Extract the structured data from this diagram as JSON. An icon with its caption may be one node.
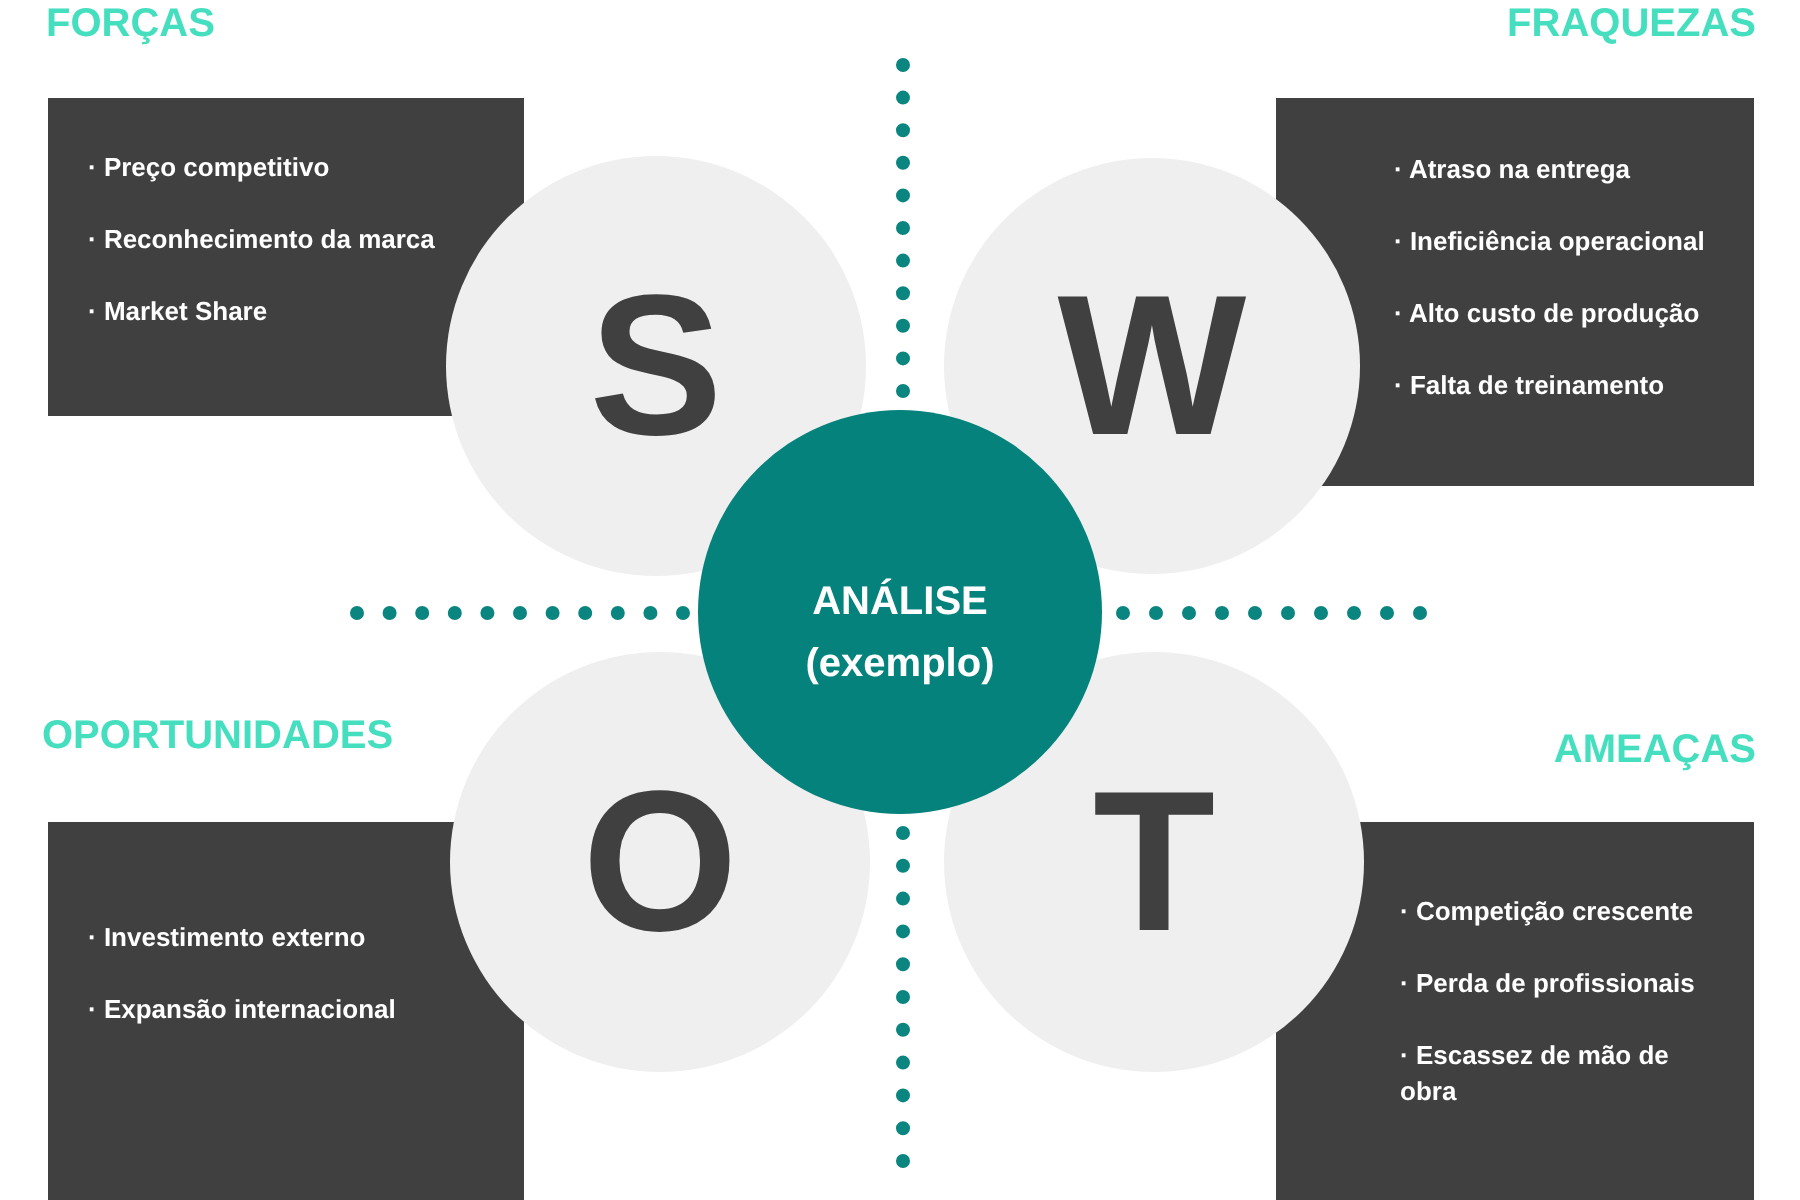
{
  "diagram": {
    "nodes": [
      {
        "text": [
          "FORÇAS",
          "· Preço competitivo",
          "· Reconhecimento da marca",
          "· Market Share"
        ]
      },
      {
        "text": [
          "S"
        ]
      },
      {
        "text": [
          "W"
        ]
      },
      {
        "text": [
          "FRAQUEZAS",
          "· Atraso na entrega",
          "· Ineficiência operacional",
          "· Alto custo de produção",
          "· Falta de treinamento"
        ]
      },
      {
        "text": [
          "ANÁLISE (exemplo)"
        ]
      },
      {
        "text": [
          "OPORTUNIDADES",
          "· Investimento externo",
          "· Expansão internacional"
        ]
      },
      {
        "text": [
          "O"
        ]
      },
      {
        "text": [
          "T"
        ]
      },
      {
        "text": [
          "AMEAÇAS",
          "· Competição crescente",
          "· Perda de profissionais",
          "· Escassez de mão de obra"
        ]
      }
    ]
  }
}
